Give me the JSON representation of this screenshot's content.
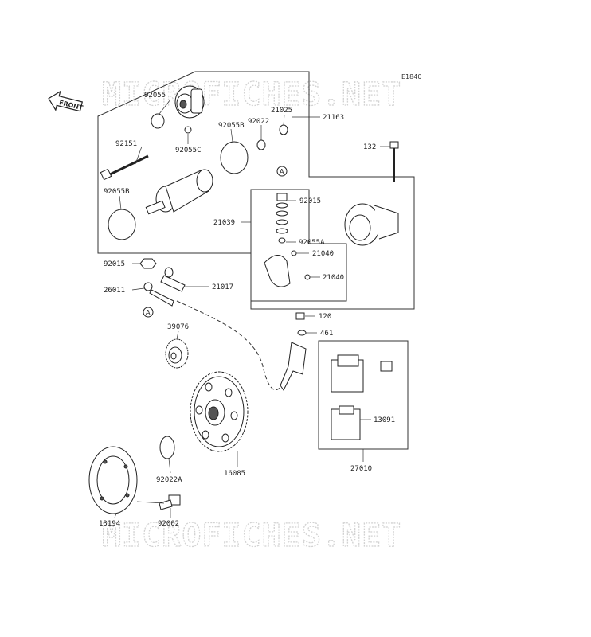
{
  "diagram": {
    "ref_code": "E1840",
    "front_label": "FRONT",
    "watermark": "MICROFICHES.NET",
    "callout_a": "A",
    "parts": {
      "p92055": "92055",
      "p21025": "21025",
      "p92022": "92022",
      "p21163": "21163",
      "p92055b_top": "92055B",
      "p92055c": "92055C",
      "p92151": "92151",
      "p92055b_left": "92055B",
      "p132": "132",
      "p92015_top": "92015",
      "p21039": "21039",
      "p92055a": "92055A",
      "p21040_a": "21040",
      "p21040_b": "21040",
      "p92015_left": "92015",
      "p21017": "21017",
      "p26011": "26011",
      "p120": "120",
      "p461": "461",
      "p39076": "39076",
      "p13091": "13091",
      "p27010": "27010",
      "p16085": "16085",
      "p92022a": "92022A",
      "p13194": "13194",
      "p92002": "92002"
    }
  }
}
